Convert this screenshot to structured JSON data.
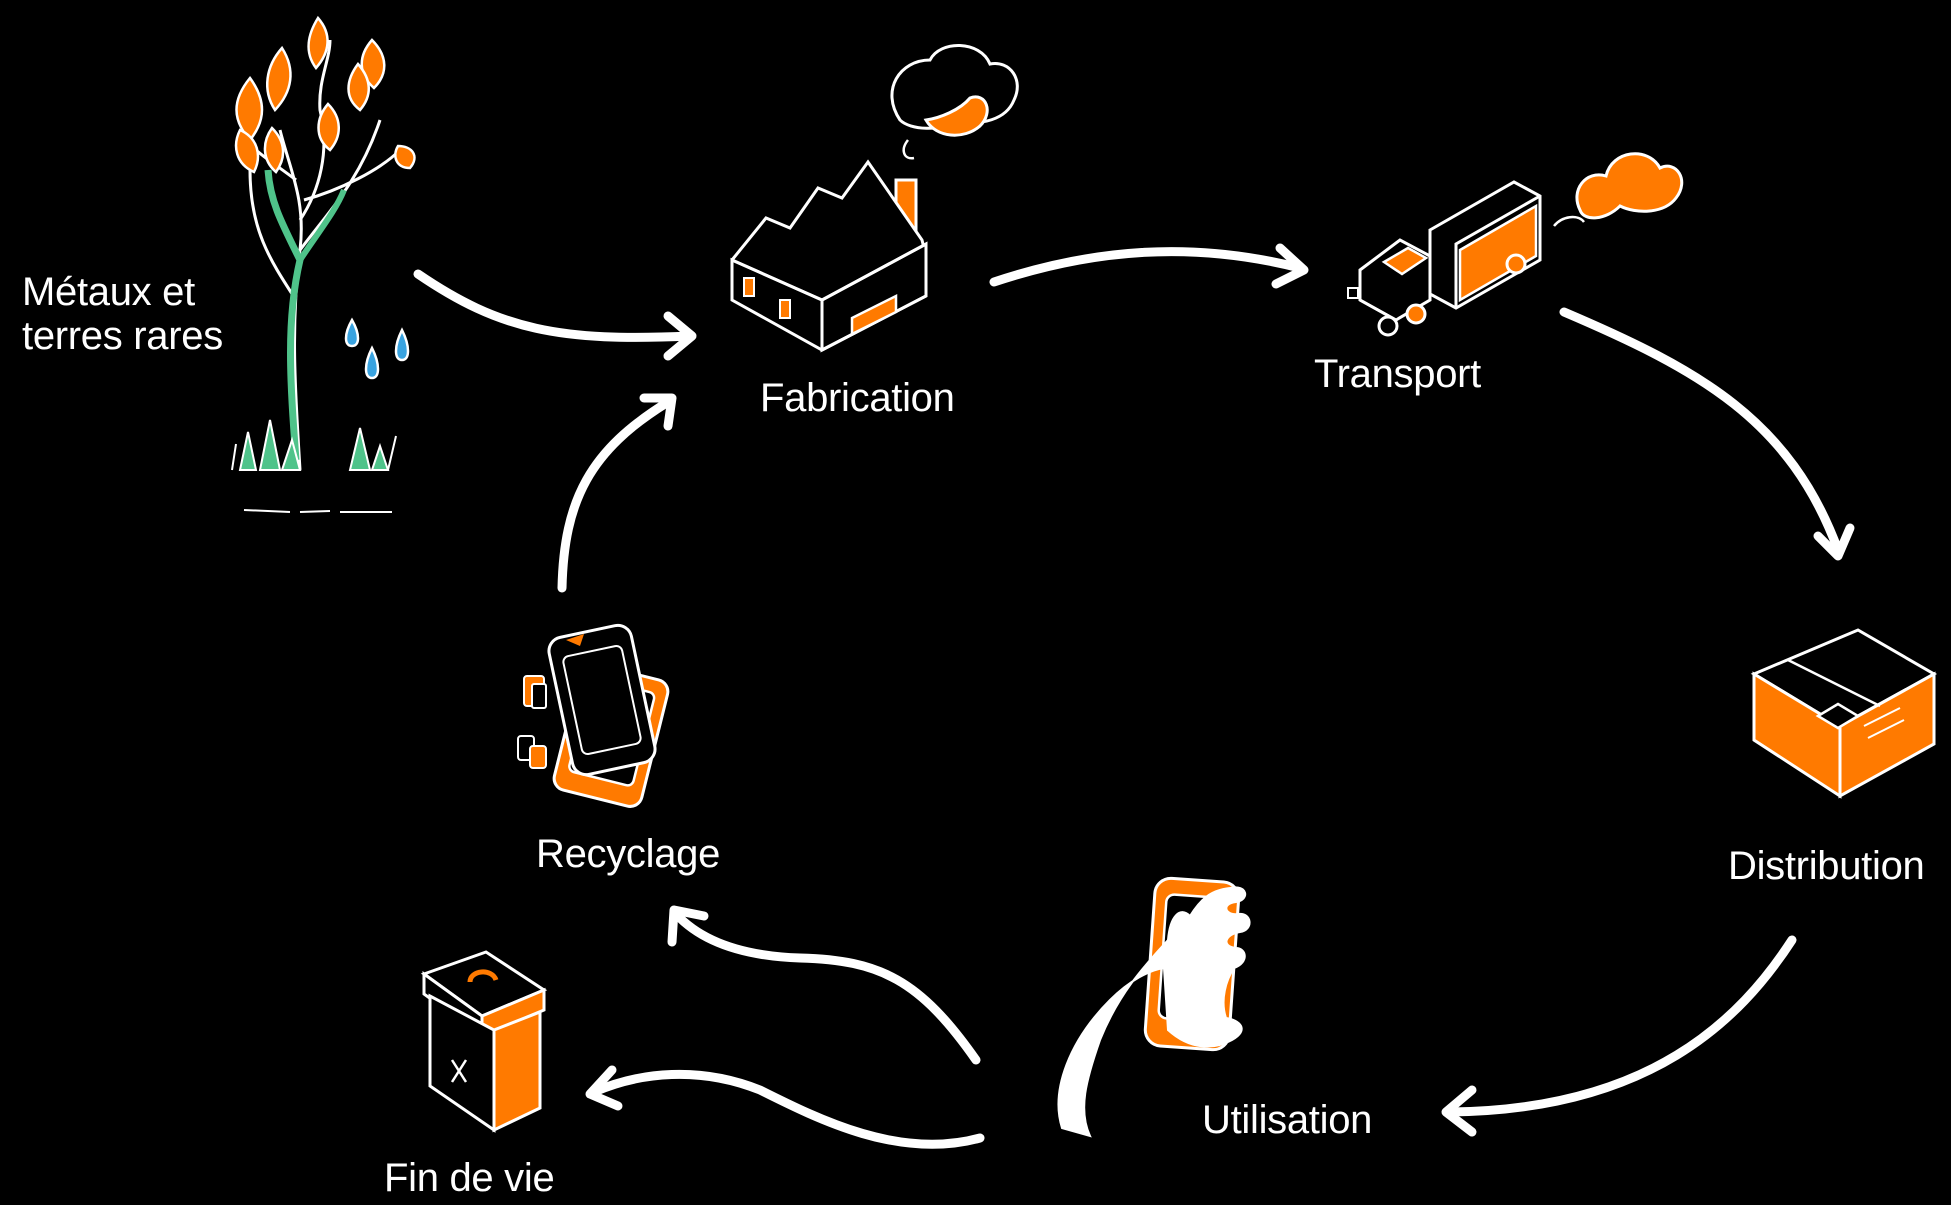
{
  "diagram": {
    "colors": {
      "background": "#000000",
      "accent": "#ff7a00",
      "line": "#ffffff",
      "leaf_stem": "#4fc38a",
      "water": "#39a3e0"
    },
    "stages": {
      "raw_materials": {
        "line1": "Métaux et",
        "line2": "terres rares",
        "icon": "plant-icon"
      },
      "manufacturing": {
        "label": "Fabrication",
        "icon": "factory-icon"
      },
      "transport": {
        "label": "Transport",
        "icon": "truck-icon"
      },
      "distribution": {
        "label": "Distribution",
        "icon": "box-icon"
      },
      "usage": {
        "label": "Utilisation",
        "icon": "hand-phone-icon"
      },
      "end_of_life": {
        "label": "Fin de vie",
        "icon": "trash-bin-icon"
      },
      "recycling": {
        "label": "Recyclage",
        "icon": "recycled-phones-icon"
      }
    }
  }
}
